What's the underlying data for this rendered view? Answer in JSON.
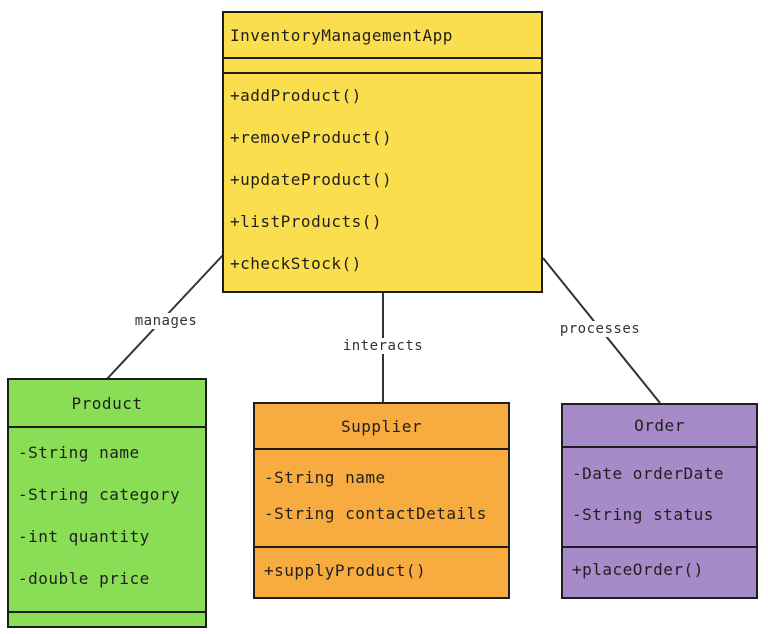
{
  "diagram": {
    "background": "#ffffff",
    "border_color": "#1e1e1e",
    "connector_color": "#333333",
    "text_color": "#1f1f1f"
  },
  "classes": {
    "app": {
      "title": "InventoryManagementApp",
      "fill": "#fbde4e",
      "attributes": [],
      "methods": [
        "+addProduct()",
        "+removeProduct()",
        "+updateProduct()",
        "+listProducts()",
        "+checkStock()"
      ]
    },
    "product": {
      "title": "Product",
      "fill": "#89de56",
      "attributes": [
        "-String name",
        "-String category",
        "-int quantity",
        "-double price"
      ],
      "methods": []
    },
    "supplier": {
      "title": "Supplier",
      "fill": "#f8ac40",
      "attributes": [
        "-String name",
        "-String contactDetails"
      ],
      "methods": [
        "+supplyProduct()"
      ]
    },
    "order": {
      "title": "Order",
      "fill": "#a78bc9",
      "attributes": [
        "-Date orderDate",
        "-String status"
      ],
      "methods": [
        "+placeOrder()"
      ]
    }
  },
  "relationships": {
    "manages": {
      "label": "manages"
    },
    "interacts": {
      "label": "interacts"
    },
    "processes": {
      "label": "processes"
    }
  }
}
